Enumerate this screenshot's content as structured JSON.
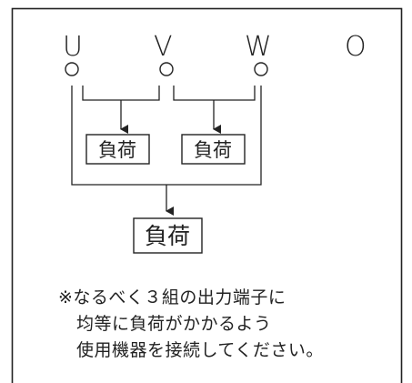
{
  "terminals": {
    "u": "U",
    "v": "V",
    "w": "W",
    "o": "O"
  },
  "loads": {
    "uv": "負荷",
    "vw": "負荷",
    "common": "負荷"
  },
  "note": {
    "line1": "※なるべく３組の出力端子に",
    "line2": "均等に負荷がかかるよう",
    "line3": "使用機器を接続してください。"
  }
}
